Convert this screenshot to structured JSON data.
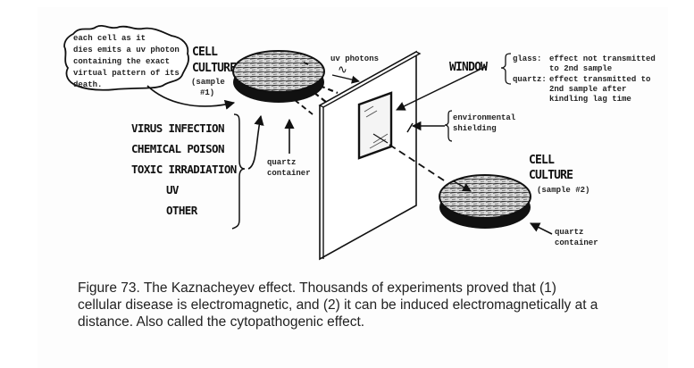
{
  "figure": {
    "speech_bubble": {
      "lines": [
        "each cell as it",
        "dies emits a uv photon",
        "containing the exact",
        "virtual pattern of its",
        "death."
      ]
    },
    "sample1": {
      "title_lines": [
        "CELL",
        "CULTURE"
      ],
      "sub_lines": [
        "(sample",
        "#1)"
      ]
    },
    "uv_photons_label": "uv photons",
    "photon_symbol": "∿",
    "causes": [
      "VIRUS INFECTION",
      "CHEMICAL POISON",
      "TOXIC IRRADIATION",
      "UV",
      "OTHER"
    ],
    "quartz_container_1": [
      "quartz",
      "container"
    ],
    "window_label": "WINDOW",
    "window_notes": [
      {
        "material": "glass:",
        "lines": [
          "effect not transmitted",
          "to 2nd sample"
        ]
      },
      {
        "material": "quartz:",
        "lines": [
          "effect transmitted to",
          "2nd sample after",
          "kindling lag time"
        ]
      }
    ],
    "shielding_label": [
      "environmental",
      "shielding"
    ],
    "sample2": {
      "title_lines": [
        "CELL",
        "CULTURE"
      ],
      "sub_line": "(sample #2)"
    },
    "quartz_container_2": [
      "quartz",
      "container"
    ]
  },
  "caption": {
    "lines": [
      "Figure 73.  The Kaznacheyev effect.  Thousands of experiments proved that (1)",
      "cellular disease is electromagnetic, and (2) it can be induced electromagnetically at a",
      "distance.  Also called the cytopathogenic effect."
    ]
  }
}
